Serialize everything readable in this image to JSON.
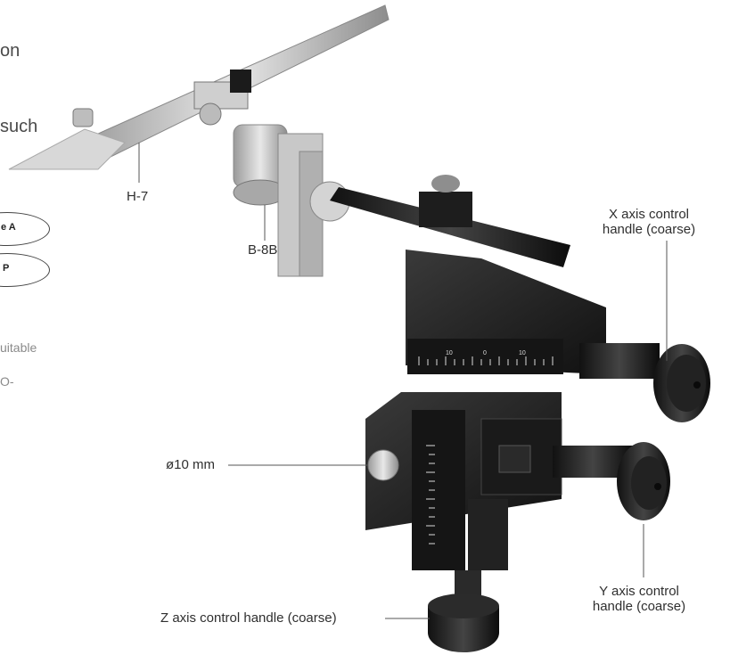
{
  "left_column": {
    "line1": "on",
    "line2": "such",
    "pill1": "e A",
    "pill2": "P",
    "line3": "uitable",
    "line4": "O-"
  },
  "callouts": {
    "h7": "H-7",
    "b8b": "B-8B",
    "x_axis_line1": "X axis control",
    "x_axis_line2": "handle (coarse)",
    "diameter": "ø10 mm",
    "y_axis_line1": "Y axis control",
    "y_axis_line2": "handle (coarse)",
    "z_axis": "Z axis control handle (coarse)"
  },
  "scale": {
    "top_ticks": [
      "10",
      "0",
      "10"
    ]
  },
  "colors": {
    "metal_dark": "#1c1c1c",
    "metal_mid": "#2e2e2e",
    "silver": "#c9c9c9",
    "leader": "#555555"
  }
}
